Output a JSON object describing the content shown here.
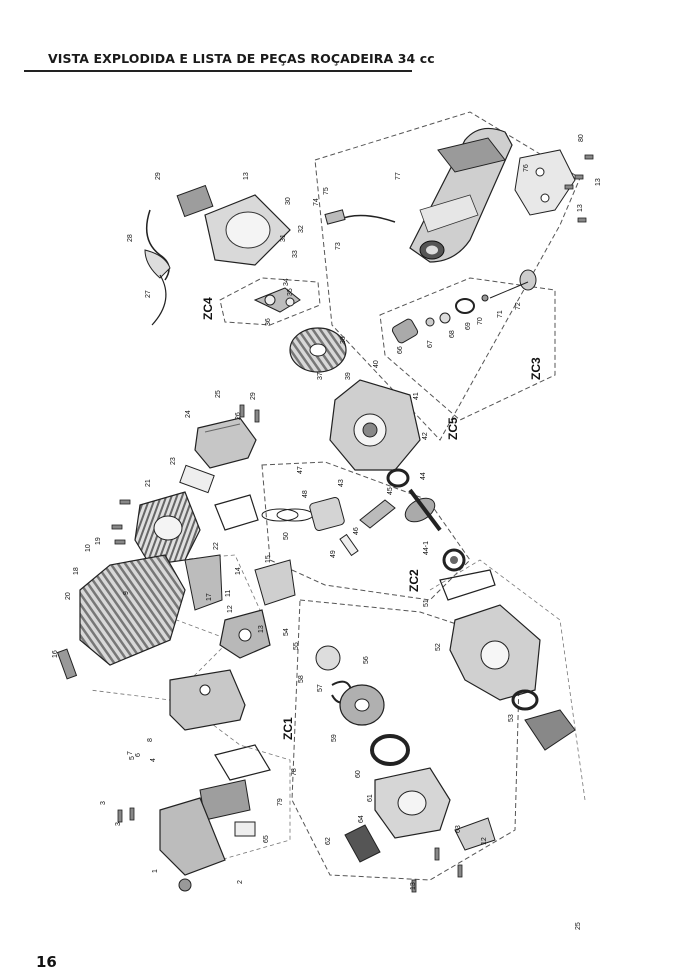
{
  "header": {
    "title": "VISTA EXPLODIDA E LISTA DE PEÇAS ROÇADEIRA 34 cc"
  },
  "footer": {
    "page_number": "16"
  },
  "diagram": {
    "group_labels": [
      "ZC1",
      "ZC2",
      "ZC3",
      "ZC4",
      "ZC5"
    ],
    "part_labels": [
      {
        "n": "1"
      },
      {
        "n": "2"
      },
      {
        "n": "3"
      },
      {
        "n": "3"
      },
      {
        "n": "4"
      },
      {
        "n": "5"
      },
      {
        "n": "6"
      },
      {
        "n": "7"
      },
      {
        "n": "8"
      },
      {
        "n": "9"
      },
      {
        "n": "10"
      },
      {
        "n": "11"
      },
      {
        "n": "12"
      },
      {
        "n": "13"
      },
      {
        "n": "14"
      },
      {
        "n": "15"
      },
      {
        "n": "16"
      },
      {
        "n": "17"
      },
      {
        "n": "18"
      },
      {
        "n": "19"
      },
      {
        "n": "20"
      },
      {
        "n": "21"
      },
      {
        "n": "22"
      },
      {
        "n": "23"
      },
      {
        "n": "24"
      },
      {
        "n": "25"
      },
      {
        "n": "26"
      },
      {
        "n": "27"
      },
      {
        "n": "28"
      },
      {
        "n": "29"
      },
      {
        "n": "30"
      },
      {
        "n": "31"
      },
      {
        "n": "32"
      },
      {
        "n": "33"
      },
      {
        "n": "34"
      },
      {
        "n": "35"
      },
      {
        "n": "36"
      },
      {
        "n": "37"
      },
      {
        "n": "38"
      },
      {
        "n": "39"
      },
      {
        "n": "40"
      },
      {
        "n": "41"
      },
      {
        "n": "42"
      },
      {
        "n": "43"
      },
      {
        "n": "44"
      },
      {
        "n": "44-1"
      },
      {
        "n": "45"
      },
      {
        "n": "46"
      },
      {
        "n": "47"
      },
      {
        "n": "48"
      },
      {
        "n": "49"
      },
      {
        "n": "50"
      },
      {
        "n": "51"
      },
      {
        "n": "52"
      },
      {
        "n": "53"
      },
      {
        "n": "54"
      },
      {
        "n": "55"
      },
      {
        "n": "56"
      },
      {
        "n": "57"
      },
      {
        "n": "58"
      },
      {
        "n": "59"
      },
      {
        "n": "60"
      },
      {
        "n": "61"
      },
      {
        "n": "62"
      },
      {
        "n": "63"
      },
      {
        "n": "64"
      },
      {
        "n": "65"
      },
      {
        "n": "66"
      },
      {
        "n": "67"
      },
      {
        "n": "68"
      },
      {
        "n": "69"
      },
      {
        "n": "70"
      },
      {
        "n": "71"
      },
      {
        "n": "72"
      },
      {
        "n": "73"
      },
      {
        "n": "74"
      },
      {
        "n": "75"
      },
      {
        "n": "76"
      },
      {
        "n": "77"
      },
      {
        "n": "78"
      },
      {
        "n": "79"
      },
      {
        "n": "80"
      },
      {
        "n": "13"
      },
      {
        "n": "13"
      },
      {
        "n": "13"
      },
      {
        "n": "12"
      },
      {
        "n": "13"
      },
      {
        "n": "29"
      },
      {
        "n": "25"
      }
    ]
  }
}
